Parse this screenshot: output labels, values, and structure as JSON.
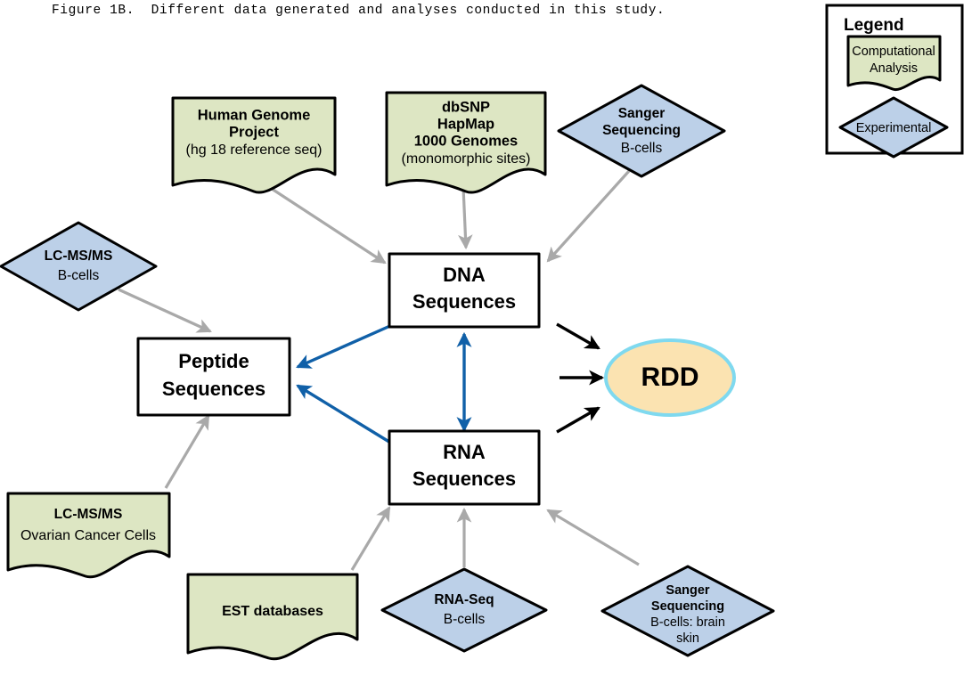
{
  "caption": "Figure 1B.  Different data generated and analyses conducted in this study.",
  "colors": {
    "computational_fill": "#dde6c3",
    "experimental_fill": "#bcd0e8",
    "plain_fill": "#ffffff",
    "rdd_fill": "#fbe3b1",
    "rdd_stroke": "#7fd9ef",
    "edge_gray": "#a9a9a9",
    "edge_blue": "#1060a8",
    "edge_black": "#000000",
    "outline": "#000000"
  },
  "legend": {
    "title": "Legend",
    "items": [
      {
        "label_line1": "Computational",
        "label_line2": "Analysis",
        "shape": "document",
        "fill": "#dde6c3"
      },
      {
        "label_line1": "Experimental",
        "label_line2": "",
        "shape": "diamond",
        "fill": "#bcd0e8"
      }
    ]
  },
  "nodes": {
    "human_genome": {
      "shape": "document",
      "kind": "computational",
      "lines": [
        {
          "text": "Human Genome",
          "bold": true
        },
        {
          "text": "Project",
          "bold": true
        },
        {
          "text": "(hg 18 reference seq)",
          "bold": false
        }
      ]
    },
    "dbsnp": {
      "shape": "document",
      "kind": "computational",
      "lines": [
        {
          "text": "dbSNP",
          "bold": true
        },
        {
          "text": "HapMap",
          "bold": true
        },
        {
          "text": "1000 Genomes",
          "bold": true
        },
        {
          "text": "(monomorphic sites)",
          "bold": false
        }
      ]
    },
    "sanger_top": {
      "shape": "diamond",
      "kind": "experimental",
      "lines": [
        {
          "text": "Sanger",
          "bold": true
        },
        {
          "text": "Sequencing",
          "bold": true
        },
        {
          "text": "B-cells",
          "bold": false
        }
      ]
    },
    "lcmsms_bcells": {
      "shape": "diamond",
      "kind": "experimental",
      "lines": [
        {
          "text": "LC-MS/MS",
          "bold": true
        },
        {
          "text": "B-cells",
          "bold": false
        }
      ]
    },
    "lcmsms_ovarian": {
      "shape": "document",
      "kind": "computational",
      "lines": [
        {
          "text": "LC-MS/MS",
          "bold": true
        },
        {
          "text": "Ovarian Cancer Cells",
          "bold": false
        }
      ]
    },
    "est_databases": {
      "shape": "document",
      "kind": "computational",
      "lines": [
        {
          "text": "EST databases",
          "bold": true
        }
      ]
    },
    "rna_seq": {
      "shape": "diamond",
      "kind": "experimental",
      "lines": [
        {
          "text": "RNA-Seq",
          "bold": true
        },
        {
          "text": "B-cells",
          "bold": false
        }
      ]
    },
    "sanger_bottom": {
      "shape": "diamond",
      "kind": "experimental",
      "lines": [
        {
          "text": "Sanger",
          "bold": true
        },
        {
          "text": "Sequencing",
          "bold": true
        },
        {
          "text": "B-cells: brain",
          "bold": false
        },
        {
          "text": "skin",
          "bold": false
        }
      ]
    },
    "dna_sequences": {
      "shape": "rect",
      "kind": "plain",
      "lines": [
        {
          "text": "DNA",
          "bold": true
        },
        {
          "text": "Sequences",
          "bold": true
        }
      ]
    },
    "rna_sequences": {
      "shape": "rect",
      "kind": "plain",
      "lines": [
        {
          "text": "RNA",
          "bold": true
        },
        {
          "text": "Sequences",
          "bold": true
        }
      ]
    },
    "peptide_sequences": {
      "shape": "rect",
      "kind": "plain",
      "lines": [
        {
          "text": "Peptide",
          "bold": true
        },
        {
          "text": "Sequences",
          "bold": true
        }
      ]
    },
    "rdd": {
      "shape": "ellipse",
      "kind": "result",
      "lines": [
        {
          "text": "RDD",
          "bold": true
        }
      ]
    }
  },
  "edges": [
    {
      "from": "human_genome",
      "to": "dna_sequences",
      "color": "gray"
    },
    {
      "from": "dbsnp",
      "to": "dna_sequences",
      "color": "gray"
    },
    {
      "from": "sanger_top",
      "to": "dna_sequences",
      "color": "gray"
    },
    {
      "from": "lcmsms_bcells",
      "to": "peptide_sequences",
      "color": "gray"
    },
    {
      "from": "lcmsms_ovarian",
      "to": "peptide_sequences",
      "color": "gray"
    },
    {
      "from": "est_databases",
      "to": "rna_sequences",
      "color": "gray"
    },
    {
      "from": "rna_seq",
      "to": "rna_sequences",
      "color": "gray"
    },
    {
      "from": "sanger_bottom",
      "to": "rna_sequences",
      "color": "gray"
    },
    {
      "from": "dna_sequences",
      "to": "peptide_sequences",
      "color": "blue"
    },
    {
      "from": "rna_sequences",
      "to": "peptide_sequences",
      "color": "blue"
    },
    {
      "from": "dna_sequences",
      "to": "rna_sequences",
      "color": "blue",
      "bidirectional": true
    },
    {
      "from": "dna_sequences",
      "to": "rdd",
      "color": "black"
    },
    {
      "from": "middle",
      "to": "rdd",
      "color": "black"
    },
    {
      "from": "rna_sequences",
      "to": "rdd",
      "color": "black"
    }
  ]
}
